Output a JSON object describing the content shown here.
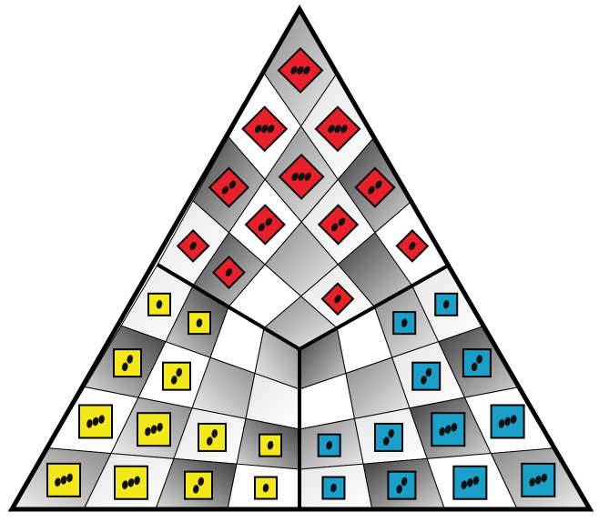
{
  "game": {
    "board_kind": "three-player triangular board",
    "colors": {
      "outline": "#000000",
      "red": "#e8202a",
      "yellow": "#f2e81a",
      "blue": "#1aa0c8",
      "light_cell": "#f4f4f4",
      "mid_cell": "#b8b8b8",
      "dark_cell": "#5a5a5a"
    },
    "sectors": [
      {
        "name": "top",
        "player": "red",
        "pieces": [
          {
            "rank": 0,
            "file": 0,
            "pips": 3
          },
          {
            "rank": 1,
            "file": 0,
            "pips": 3
          },
          {
            "rank": 1,
            "file": 1,
            "pips": 3
          },
          {
            "rank": 2,
            "file": 1,
            "pips": 3
          },
          {
            "rank": 2,
            "file": 0,
            "pips": 2
          },
          {
            "rank": 2,
            "file": 2,
            "pips": 2
          },
          {
            "rank": 3,
            "file": 1,
            "pips": 2
          },
          {
            "rank": 3,
            "file": 2,
            "pips": 2
          },
          {
            "rank": 3,
            "file": 0,
            "pips": 1
          },
          {
            "rank": 3,
            "file": 3,
            "pips": 1
          },
          {
            "rank": 4,
            "file": 1,
            "pips": 1
          },
          {
            "rank": 4,
            "file": 3,
            "pips": 1
          }
        ]
      },
      {
        "name": "left",
        "player": "yellow",
        "pieces": [
          {
            "row": 0,
            "col": 0,
            "pips": 1
          },
          {
            "row": 0,
            "col": 1,
            "pips": 1
          },
          {
            "row": 1,
            "col": 0,
            "pips": 2
          },
          {
            "row": 1,
            "col": 1,
            "pips": 2
          },
          {
            "row": 2,
            "col": 0,
            "pips": 3
          },
          {
            "row": 2,
            "col": 1,
            "pips": 3
          },
          {
            "row": 2,
            "col": 2,
            "pips": 2
          },
          {
            "row": 2,
            "col": 3,
            "pips": 1
          },
          {
            "row": 3,
            "col": 0,
            "pips": 3
          },
          {
            "row": 3,
            "col": 1,
            "pips": 3
          },
          {
            "row": 3,
            "col": 2,
            "pips": 2
          },
          {
            "row": 3,
            "col": 3,
            "pips": 1
          }
        ]
      },
      {
        "name": "right",
        "player": "blue",
        "pieces": [
          {
            "row": 0,
            "col": 2,
            "pips": 1
          },
          {
            "row": 0,
            "col": 3,
            "pips": 1
          },
          {
            "row": 1,
            "col": 2,
            "pips": 2
          },
          {
            "row": 1,
            "col": 3,
            "pips": 2
          },
          {
            "row": 2,
            "col": 0,
            "pips": 1
          },
          {
            "row": 2,
            "col": 1,
            "pips": 2
          },
          {
            "row": 2,
            "col": 2,
            "pips": 3
          },
          {
            "row": 2,
            "col": 3,
            "pips": 3
          },
          {
            "row": 3,
            "col": 0,
            "pips": 1
          },
          {
            "row": 3,
            "col": 1,
            "pips": 2
          },
          {
            "row": 3,
            "col": 2,
            "pips": 3
          },
          {
            "row": 3,
            "col": 3,
            "pips": 3
          }
        ]
      }
    ]
  }
}
